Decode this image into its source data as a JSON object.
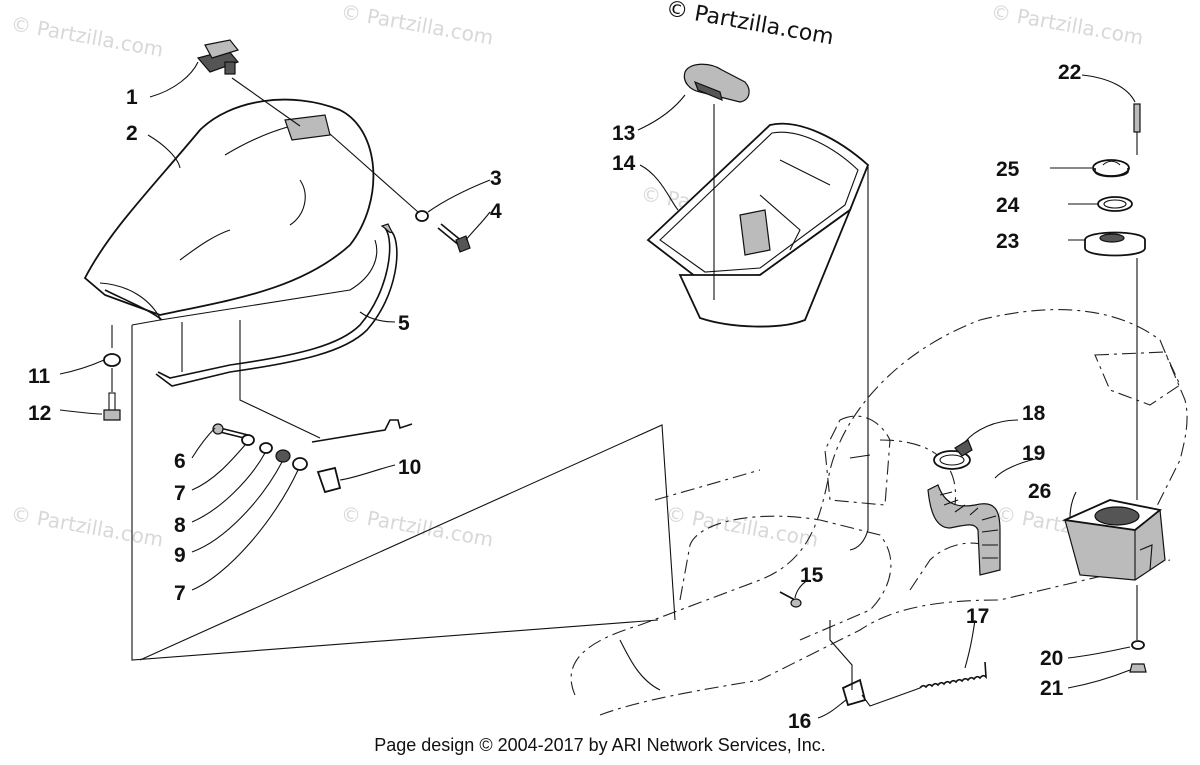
{
  "watermarks": [
    "© Partzilla.com",
    "© Partzilla.com",
    "© Partzilla.com",
    "© Partzilla.com",
    "© Partzilla.com",
    "© Partzilla.com",
    "© Partzilla.com",
    "© Partzilla.com"
  ],
  "copyright": "© Partzilla.com",
  "footer": "Page design © 2004-2017 by ARI Network Services, Inc.",
  "callouts": [
    "1",
    "2",
    "3",
    "4",
    "5",
    "6",
    "7",
    "8",
    "9",
    "7",
    "10",
    "11",
    "12",
    "13",
    "14",
    "15",
    "16",
    "17",
    "18",
    "19",
    "20",
    "21",
    "22",
    "23",
    "24",
    "25",
    "26"
  ]
}
